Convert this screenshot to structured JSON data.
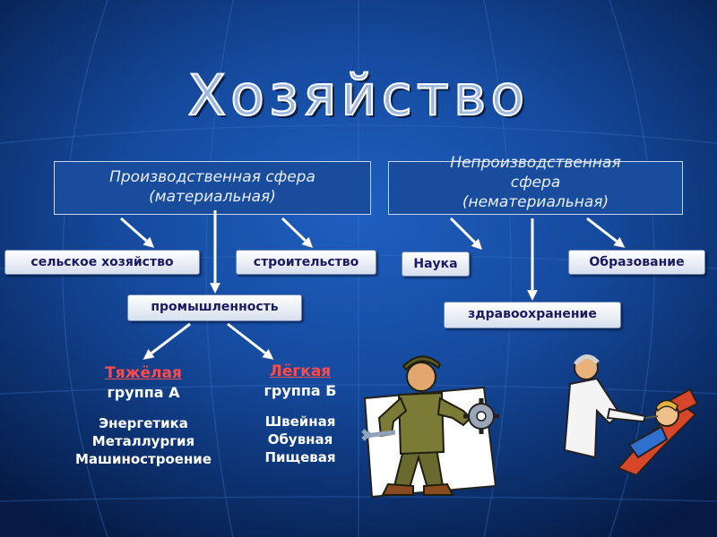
{
  "title": "Хозяйство",
  "productive": {
    "line1": "Производственная сфера",
    "line2": "(материальная)",
    "children": {
      "agriculture": "сельское хозяйство",
      "construction": "строительство",
      "industry": "промышленность"
    }
  },
  "nonproductive": {
    "line1": "Непроизводственная",
    "line2": "сфера",
    "line3": "(нематериальная)",
    "children": {
      "science": "Наука",
      "education": "Образование",
      "healthcare": "здравоохранение"
    }
  },
  "heavy": {
    "heading": "Тяжёлая",
    "group": "группа А",
    "items": [
      "Энергетика",
      "Металлургия",
      "Машиностроение"
    ]
  },
  "light": {
    "heading": "Лёгкая",
    "group": "группа Б",
    "items": [
      "Швейная",
      "Обувная",
      "Пищевая"
    ]
  },
  "colors": {
    "background": "#154a9e",
    "heading_red": "#ff4a4a"
  },
  "icons": [
    "worker-clipart-icon",
    "dentist-clipart-icon"
  ]
}
